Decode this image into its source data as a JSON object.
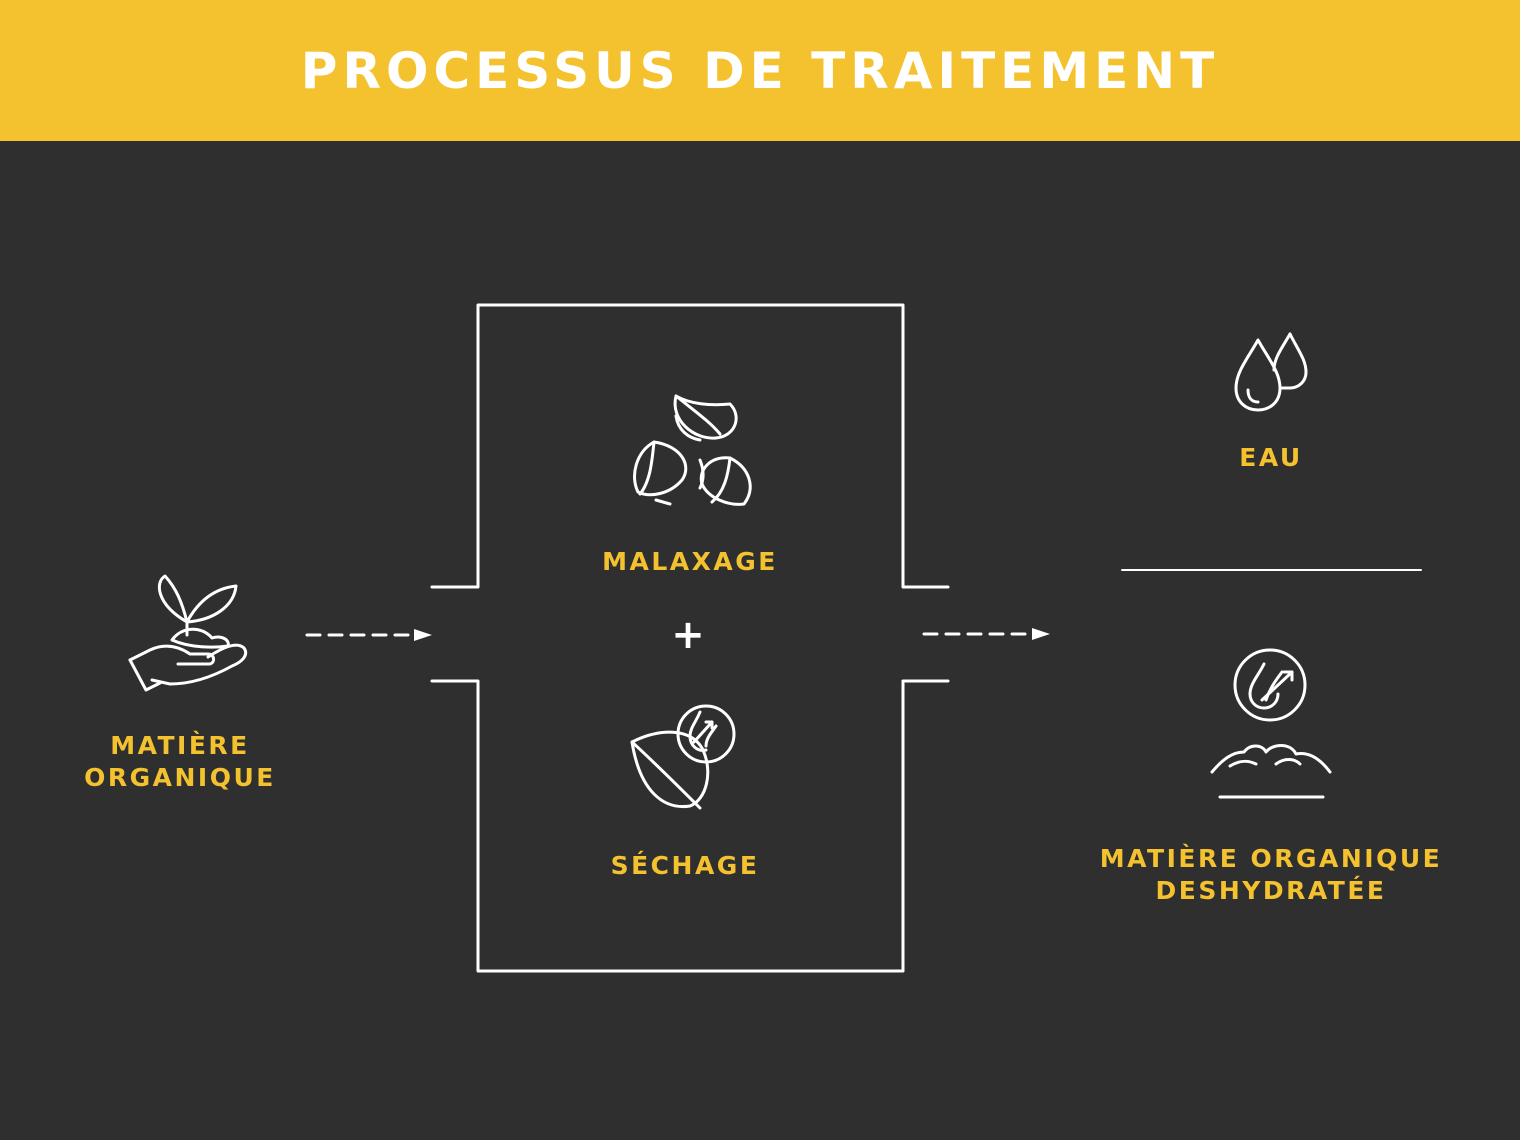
{
  "header": {
    "title": "PROCESSUS DE TRAITEMENT"
  },
  "input": {
    "label_line1": "MATIÈRE",
    "label_line2": "ORGANIQUE",
    "icon": "hand-plant-icon"
  },
  "process": {
    "step1": {
      "label": "MALAXAGE",
      "icon": "recycle-leaves-icon"
    },
    "operator": "+",
    "step2": {
      "label": "SÉCHAGE",
      "icon": "leaf-drying-icon"
    }
  },
  "outputs": {
    "water": {
      "label": "EAU",
      "icon": "water-drops-icon"
    },
    "dry_matter": {
      "label_line1": "MATIÈRE ORGANIQUE",
      "label_line2": "DESHYDRATÉE",
      "icon": "dried-matter-icon"
    }
  },
  "colors": {
    "accent": "#f4c22f",
    "background": "#2f2f2f",
    "line": "#ffffff"
  }
}
